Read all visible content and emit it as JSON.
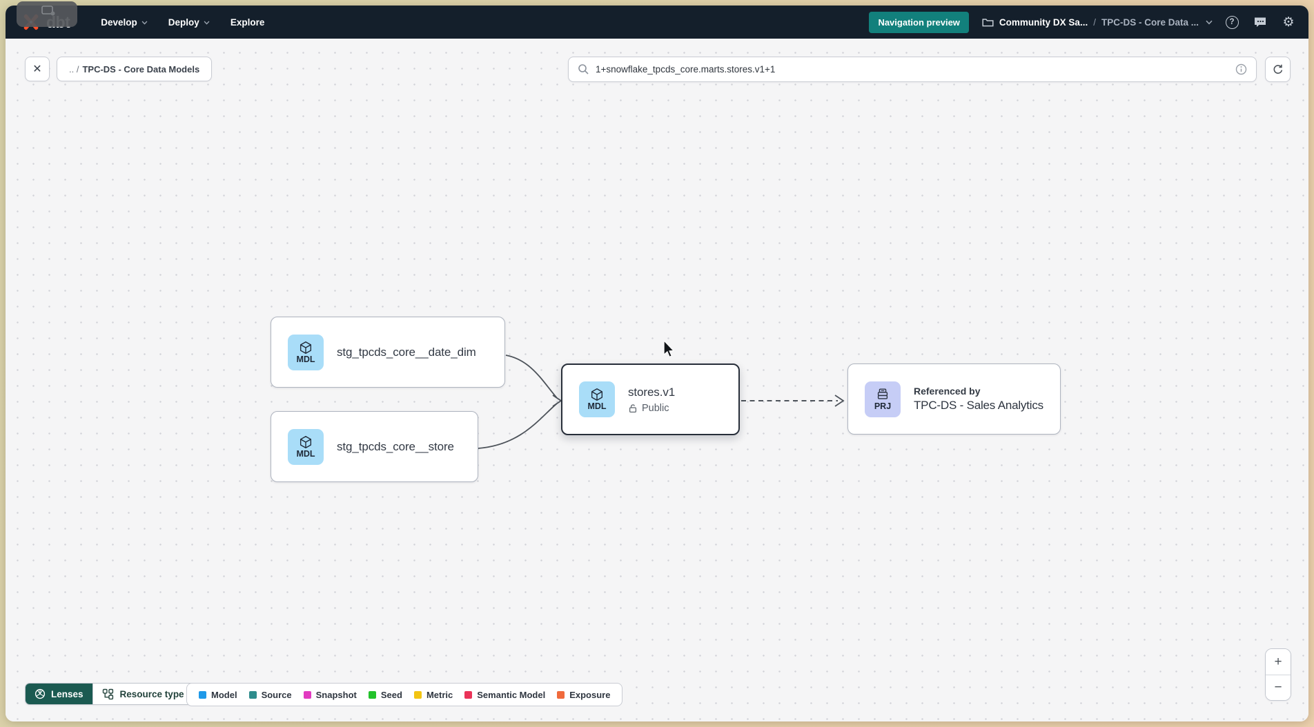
{
  "navbar": {
    "logo_text": "dbt",
    "brand_color": "#ff4f28",
    "bg_color": "#141f2b",
    "menus": [
      {
        "label": "Develop"
      },
      {
        "label": "Deploy"
      },
      {
        "label": "Explore"
      }
    ],
    "navigation_preview_label": "Navigation preview",
    "navigation_preview_color": "#12807c",
    "breadcrumb": {
      "account": "Community DX Sa...",
      "separator": "/",
      "project": "TPC-DS - Core Data ..."
    }
  },
  "toolbar": {
    "breadcrumb_chip": {
      "prefix": ".. /",
      "label": "TPC-DS - Core Data Models"
    },
    "search": {
      "value": "1+snowflake_tpcds_core.marts.stores.v1+1"
    }
  },
  "graph": {
    "nodes": {
      "date_dim": {
        "badge": "MDL",
        "label": "stg_tpcds_core__date_dim"
      },
      "store": {
        "badge": "MDL",
        "label": "stg_tpcds_core__store"
      },
      "stores_v1": {
        "badge": "MDL",
        "label": "stores.v1",
        "access": "Public",
        "selected": true
      },
      "referenced": {
        "badge": "PRJ",
        "caption": "Referenced by",
        "label": "TPC-DS - Sales Analytics"
      }
    },
    "badge_colors": {
      "model": "#a9ddf8",
      "project": "#c6cdf6"
    }
  },
  "footer": {
    "lenses_label": "Lenses",
    "resource_type_label": "Resource type",
    "legend": [
      {
        "label": "Model",
        "color": "#1f99e8"
      },
      {
        "label": "Source",
        "color": "#2e8c8c"
      },
      {
        "label": "Snapshot",
        "color": "#e23bc0"
      },
      {
        "label": "Seed",
        "color": "#23c22b"
      },
      {
        "label": "Metric",
        "color": "#f2c413"
      },
      {
        "label": "Semantic Model",
        "color": "#ea3358"
      },
      {
        "label": "Exposure",
        "color": "#f06a3c"
      }
    ]
  },
  "icons": {
    "close": "✕",
    "help": "?",
    "gear": "⚙",
    "zoom_in": "+",
    "zoom_out": "−"
  }
}
